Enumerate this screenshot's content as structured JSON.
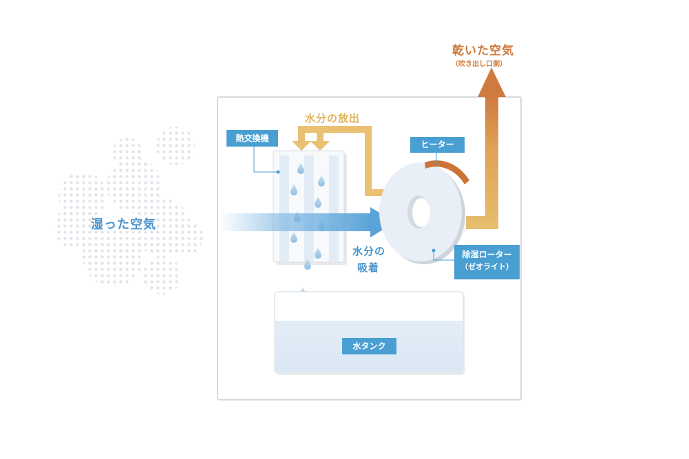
{
  "labels": {
    "humid_air": "湿った空気",
    "dry_air": "乾いた空気",
    "dry_air_sub": "（吹き出し口側）",
    "water_release": "水分の放出",
    "water_adsorb_1": "水分の",
    "water_adsorb_2": "吸着",
    "heat_exchanger": "熱交換機",
    "heater": "ヒーター",
    "rotor_1": "除湿ローター",
    "rotor_2": "（ゼオライト）",
    "water_tank": "水タンク"
  },
  "colors": {
    "tag_blue": "#4a9fd2",
    "text_blue": "#4b95cc",
    "text_orange": "#d0793b",
    "release_yellow": "#eac173",
    "heater_orange": "#cc7437"
  }
}
